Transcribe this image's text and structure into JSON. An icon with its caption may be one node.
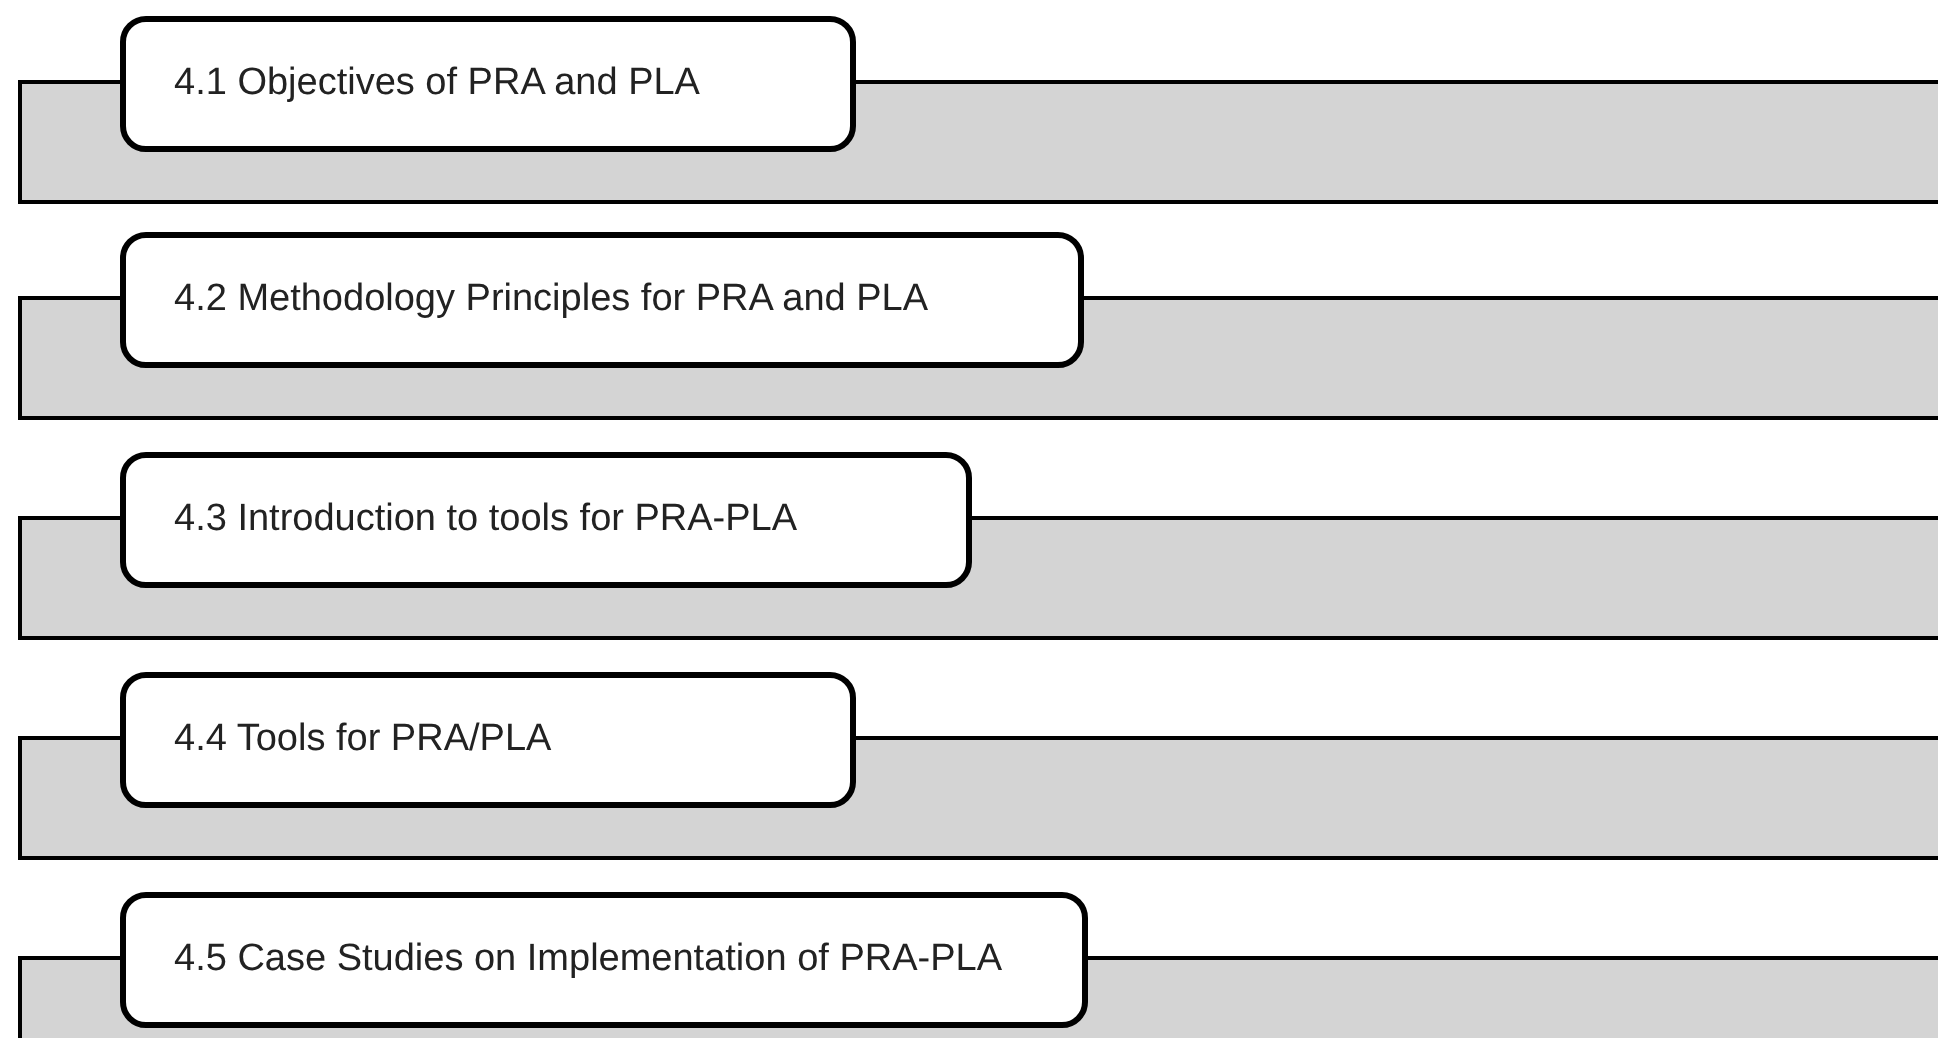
{
  "diagram": {
    "nodes": [
      {
        "text": [
          "4.1 Objectives of PRA and PLA"
        ]
      },
      {
        "text": [
          "4.2 Methodology Principles for PRA and PLA"
        ]
      },
      {
        "text": [
          "4.3 Introduction to tools for PRA-PLA"
        ]
      },
      {
        "text": [
          "4.4 Tools for PRA/PLA"
        ]
      },
      {
        "text": [
          "4.5 Case Studies on Implementation of PRA-PLA"
        ]
      }
    ]
  }
}
